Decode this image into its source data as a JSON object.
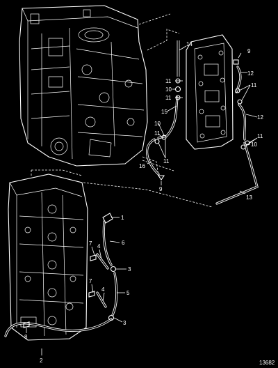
{
  "figure_number": "13682",
  "callouts": [
    {
      "id": "c14",
      "text": "14"
    },
    {
      "id": "c9",
      "text": "9"
    },
    {
      "id": "c12a",
      "text": "12"
    },
    {
      "id": "c11a",
      "text": "11"
    },
    {
      "id": "c10a",
      "text": "10"
    },
    {
      "id": "c11b",
      "text": "11"
    },
    {
      "id": "c11c",
      "text": "11"
    },
    {
      "id": "c15",
      "text": "15"
    },
    {
      "id": "c12b",
      "text": "12"
    },
    {
      "id": "c10b",
      "text": "10"
    },
    {
      "id": "c11d",
      "text": "11"
    },
    {
      "id": "c11e",
      "text": "11"
    },
    {
      "id": "c10c",
      "text": "10"
    },
    {
      "id": "c11f",
      "text": "11"
    },
    {
      "id": "c16",
      "text": "16"
    },
    {
      "id": "c9b",
      "text": "9"
    },
    {
      "id": "c13",
      "text": "13"
    },
    {
      "id": "c1",
      "text": "1"
    },
    {
      "id": "c7a",
      "text": "7"
    },
    {
      "id": "c4a",
      "text": "4"
    },
    {
      "id": "c6",
      "text": "6"
    },
    {
      "id": "c3a",
      "text": "3"
    },
    {
      "id": "c7b",
      "text": "7"
    },
    {
      "id": "c4b",
      "text": "4"
    },
    {
      "id": "c5",
      "text": "5"
    },
    {
      "id": "c3b",
      "text": "3"
    },
    {
      "id": "c8",
      "text": "8"
    },
    {
      "id": "c2",
      "text": "2"
    }
  ]
}
